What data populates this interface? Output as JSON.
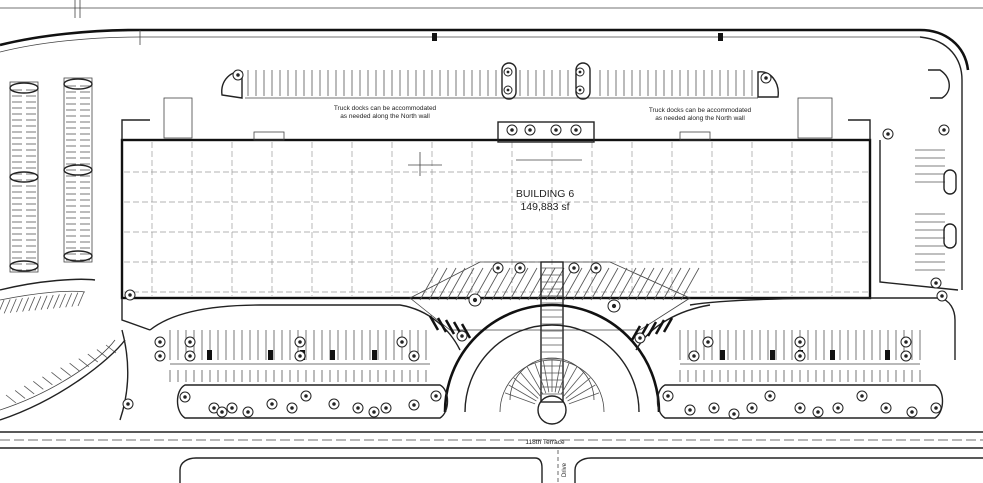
{
  "building": {
    "name": "BUILDING 6",
    "area": "149,883 sf"
  },
  "notes": {
    "dock_note_west_line1": "Truck docks can be accommodated",
    "dock_note_west_line2": "as needed along the North wall",
    "dock_note_east_line1": "Truck docks can be accommodated",
    "dock_note_east_line2": "as needed along the North wall"
  },
  "streets": {
    "south_road": "118th Terrace",
    "entry_drive": "Drive"
  },
  "colors": {
    "linework": "#111111",
    "background": "#ffffff",
    "grid": "#9a9a9a"
  }
}
